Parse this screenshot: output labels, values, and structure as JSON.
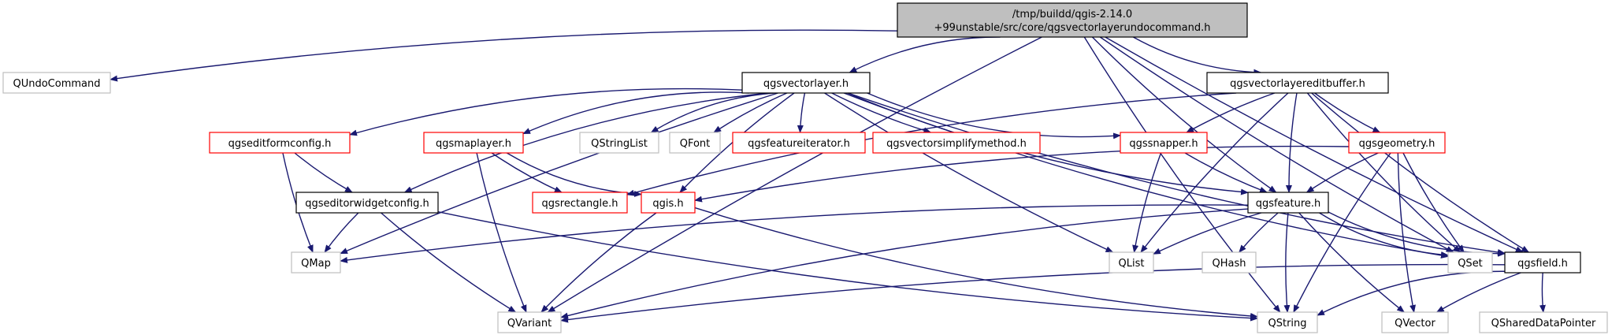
{
  "colors": {
    "edge": "#191970",
    "border_normal": "#000000",
    "border_truncated": "#ff0000",
    "border_external": "#bfbfbf",
    "fill_root": "#bfbfbf",
    "fill_default": "#ffffff"
  },
  "nodes": [
    {
      "id": "root",
      "label": "/tmp/buildd/qgis-2.14.0\n+99unstable/src/core/qgsvectorlayerundocommand.h",
      "kind": "root"
    },
    {
      "id": "QUndoCommand",
      "label": "QUndoCommand",
      "kind": "external"
    },
    {
      "id": "qgsvectorlayer",
      "label": "qgsvectorlayer.h",
      "kind": "normal"
    },
    {
      "id": "qgsvectorlayereditbuffer",
      "label": "qgsvectorlayereditbuffer.h",
      "kind": "normal"
    },
    {
      "id": "qgseditformconfig",
      "label": "qgseditformconfig.h",
      "kind": "truncated"
    },
    {
      "id": "qgsmaplayer",
      "label": "qgsmaplayer.h",
      "kind": "truncated"
    },
    {
      "id": "QStringList",
      "label": "QStringList",
      "kind": "external"
    },
    {
      "id": "QFont",
      "label": "QFont",
      "kind": "external"
    },
    {
      "id": "qgsfeatureiterator",
      "label": "qgsfeatureiterator.h",
      "kind": "truncated"
    },
    {
      "id": "qgsvectorsimplifymethod",
      "label": "qgsvectorsimplifymethod.h",
      "kind": "truncated"
    },
    {
      "id": "qgssnapper",
      "label": "qgssnapper.h",
      "kind": "truncated"
    },
    {
      "id": "qgsgeometry",
      "label": "qgsgeometry.h",
      "kind": "truncated"
    },
    {
      "id": "qgseditorwidgetconfig",
      "label": "qgseditorwidgetconfig.h",
      "kind": "normal"
    },
    {
      "id": "qgsrectangle",
      "label": "qgsrectangle.h",
      "kind": "truncated"
    },
    {
      "id": "qgis",
      "label": "qgis.h",
      "kind": "truncated"
    },
    {
      "id": "qgsfeature",
      "label": "qgsfeature.h",
      "kind": "normal"
    },
    {
      "id": "QMap",
      "label": "QMap",
      "kind": "external"
    },
    {
      "id": "QList",
      "label": "QList",
      "kind": "external"
    },
    {
      "id": "QHash",
      "label": "QHash",
      "kind": "external"
    },
    {
      "id": "QSet",
      "label": "QSet",
      "kind": "external"
    },
    {
      "id": "qgsfield",
      "label": "qgsfield.h",
      "kind": "normal"
    },
    {
      "id": "QVariant",
      "label": "QVariant",
      "kind": "external"
    },
    {
      "id": "QString",
      "label": "QString",
      "kind": "external"
    },
    {
      "id": "QVector",
      "label": "QVector",
      "kind": "external"
    },
    {
      "id": "QSharedDataPointer",
      "label": "QSharedDataPointer",
      "kind": "external"
    }
  ],
  "edges": [
    [
      "root",
      "QUndoCommand"
    ],
    [
      "root",
      "qgsvectorlayer"
    ],
    [
      "root",
      "qgsvectorlayereditbuffer"
    ],
    [
      "root",
      "QVariant"
    ],
    [
      "root",
      "QString"
    ],
    [
      "root",
      "qgsfeature"
    ],
    [
      "root",
      "QSet"
    ],
    [
      "root",
      "qgsfield"
    ],
    [
      "qgsvectorlayer",
      "qgseditformconfig"
    ],
    [
      "qgsvectorlayer",
      "qgsmaplayer"
    ],
    [
      "qgsvectorlayer",
      "QStringList"
    ],
    [
      "qgsvectorlayer",
      "QFont"
    ],
    [
      "qgsvectorlayer",
      "qgsfeatureiterator"
    ],
    [
      "qgsvectorlayer",
      "qgsvectorsimplifymethod"
    ],
    [
      "qgsvectorlayer",
      "qgssnapper"
    ],
    [
      "qgsvectorlayer",
      "qgseditorwidgetconfig"
    ],
    [
      "qgsvectorlayer",
      "qgis"
    ],
    [
      "qgsvectorlayer",
      "QMap"
    ],
    [
      "qgsvectorlayer",
      "QList"
    ],
    [
      "qgsvectorlayer",
      "qgsfeature"
    ],
    [
      "qgsvectorlayer",
      "QSet"
    ],
    [
      "qgsvectorlayer",
      "qgsfield"
    ],
    [
      "qgsvectorlayereditbuffer",
      "qgssnapper"
    ],
    [
      "qgsvectorlayereditbuffer",
      "qgsgeometry"
    ],
    [
      "qgsvectorlayereditbuffer",
      "qgsrectangle"
    ],
    [
      "qgsvectorlayereditbuffer",
      "qgsfeature"
    ],
    [
      "qgsvectorlayereditbuffer",
      "QList"
    ],
    [
      "qgsvectorlayereditbuffer",
      "QSet"
    ],
    [
      "qgsvectorlayereditbuffer",
      "qgsfield"
    ],
    [
      "qgseditformconfig",
      "qgseditorwidgetconfig"
    ],
    [
      "qgseditformconfig",
      "QMap"
    ],
    [
      "qgsmaplayer",
      "qgsrectangle"
    ],
    [
      "qgsmaplayer",
      "qgis"
    ],
    [
      "qgsmaplayer",
      "QVariant"
    ],
    [
      "qgssnapper",
      "qgsfeature"
    ],
    [
      "qgssnapper",
      "QList"
    ],
    [
      "qgsgeometry",
      "qgis"
    ],
    [
      "qgsgeometry",
      "qgsfeature"
    ],
    [
      "qgsgeometry",
      "QSet"
    ],
    [
      "qgsgeometry",
      "QString"
    ],
    [
      "qgsgeometry",
      "QVector"
    ],
    [
      "qgseditorwidgetconfig",
      "QMap"
    ],
    [
      "qgseditorwidgetconfig",
      "QVariant"
    ],
    [
      "qgseditorwidgetconfig",
      "QString"
    ],
    [
      "qgis",
      "QVariant"
    ],
    [
      "qgis",
      "QString"
    ],
    [
      "qgsfeature",
      "QMap"
    ],
    [
      "qgsfeature",
      "QList"
    ],
    [
      "qgsfeature",
      "QHash"
    ],
    [
      "qgsfeature",
      "QSet"
    ],
    [
      "qgsfeature",
      "qgsfield"
    ],
    [
      "qgsfeature",
      "QVariant"
    ],
    [
      "qgsfeature",
      "QString"
    ],
    [
      "qgsfeature",
      "QVector"
    ],
    [
      "qgsfield",
      "QVariant"
    ],
    [
      "qgsfield",
      "QString"
    ],
    [
      "qgsfield",
      "QVector"
    ],
    [
      "qgsfield",
      "QSharedDataPointer"
    ]
  ]
}
